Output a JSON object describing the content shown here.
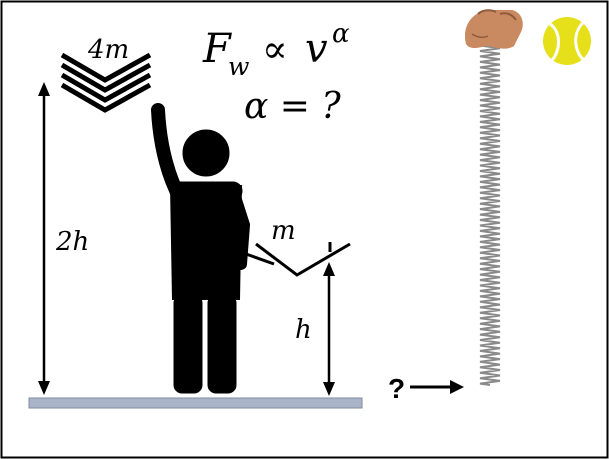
{
  "labels": {
    "top_mass": "4m",
    "hand_mass": "m",
    "formula_lhs": "F",
    "formula_sub": "w",
    "formula_rel": "∝",
    "formula_rhs": "v",
    "formula_exp": "α",
    "alpha_question": "α = ?",
    "big_height": "2h",
    "small_height": "h",
    "question_mark": "?"
  },
  "colors": {
    "figure": "#000000",
    "ground": "#a9b4c8",
    "ground_edge": "#7f8ca0",
    "spring": "#8a8a8a",
    "ball": "#e6e01a",
    "ball_seam": "#ffffff",
    "hand": "#c98a62"
  },
  "icons": {
    "hand": "hand-icon",
    "ball": "tennis-ball-icon",
    "spring": "spring-icon"
  }
}
